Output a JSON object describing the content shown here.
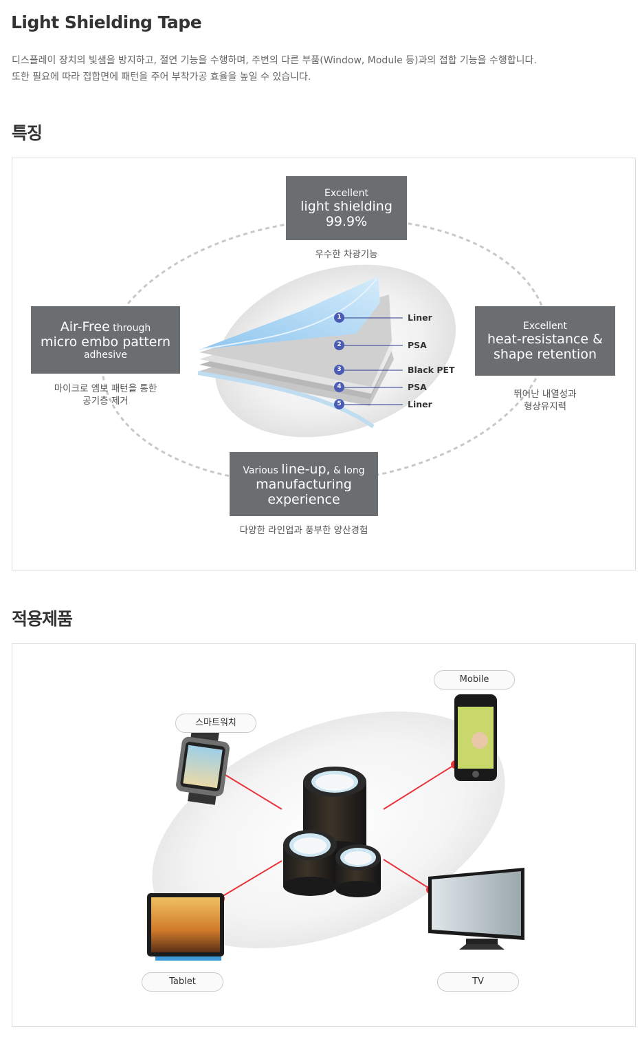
{
  "page": {
    "title": "Light Shielding Tape",
    "intro": [
      "디스플레이 장치의 빛샘을 방지하고, 절연 기능을 수행하며, 주변의 다른 부품(Window, Module 등)과의 접합 기능을 수행합니다.",
      "또한 필요에 따라 접합면에 패턴을 주어 부착가공 효율을 높일 수 있습니다."
    ]
  },
  "features": {
    "heading": "특징",
    "top": {
      "line1": "Excellent",
      "line2": "light shielding",
      "line3": "99.9%",
      "caption": "우수한 차광기능"
    },
    "left": {
      "line1a": "Air-Free",
      "line1b": " through",
      "line2": "micro embo pattern",
      "line3": "adhesive",
      "caption1": "마이크로 엠보 패턴을 통한",
      "caption2": "공기층 제거"
    },
    "right": {
      "line1": "Excellent",
      "line2": "heat-resistance &",
      "line3": "shape retention",
      "caption1": "뛰어난 내열성과",
      "caption2": "형상유지력"
    },
    "bottom": {
      "line1a": "Various ",
      "line1b": "line-up,",
      "line1c": " & long",
      "line2": "manufacturing",
      "line3": "experience",
      "caption": "다양한 라인업과 풍부한 양산경험"
    },
    "layers": [
      {
        "num": "1",
        "name": "Liner"
      },
      {
        "num": "2",
        "name": "PSA"
      },
      {
        "num": "3",
        "name": "Black PET"
      },
      {
        "num": "4",
        "name": "PSA"
      },
      {
        "num": "5",
        "name": "Liner"
      }
    ]
  },
  "products": {
    "heading": "적용제품",
    "smartwatch": "스마트워치",
    "mobile": "Mobile",
    "tablet": "Tablet",
    "tv": "TV"
  },
  "colors": {
    "box_gray": "#6b6e71",
    "dashed_line": "#c8c8c8",
    "badge_blue": "#4a5bb5",
    "connector_red": "#e8333c",
    "tape_blue": "#a9d4f2"
  }
}
